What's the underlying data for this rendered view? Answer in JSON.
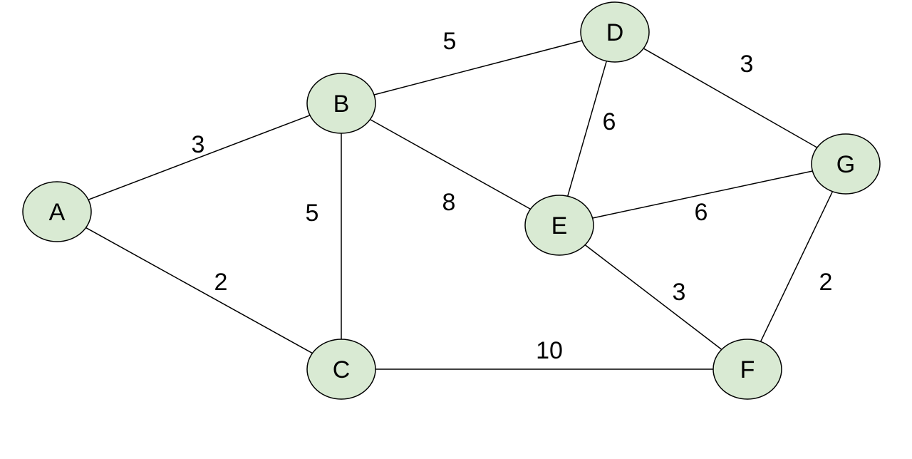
{
  "colors": {
    "node_fill": "#d9ead3",
    "stroke": "#000000",
    "background": "#ffffff"
  },
  "graph": {
    "nodes": [
      {
        "id": "A",
        "label": "A"
      },
      {
        "id": "B",
        "label": "B"
      },
      {
        "id": "C",
        "label": "C"
      },
      {
        "id": "D",
        "label": "D"
      },
      {
        "id": "E",
        "label": "E"
      },
      {
        "id": "F",
        "label": "F"
      },
      {
        "id": "G",
        "label": "G"
      }
    ],
    "edges": [
      {
        "from": "A",
        "to": "B",
        "weight": "3"
      },
      {
        "from": "A",
        "to": "C",
        "weight": "2"
      },
      {
        "from": "B",
        "to": "C",
        "weight": "5"
      },
      {
        "from": "B",
        "to": "D",
        "weight": "5"
      },
      {
        "from": "B",
        "to": "E",
        "weight": "8"
      },
      {
        "from": "D",
        "to": "E",
        "weight": "6"
      },
      {
        "from": "D",
        "to": "G",
        "weight": "3"
      },
      {
        "from": "E",
        "to": "G",
        "weight": "6"
      },
      {
        "from": "E",
        "to": "F",
        "weight": "3"
      },
      {
        "from": "C",
        "to": "F",
        "weight": "10"
      },
      {
        "from": "G",
        "to": "F",
        "weight": "2"
      }
    ]
  }
}
